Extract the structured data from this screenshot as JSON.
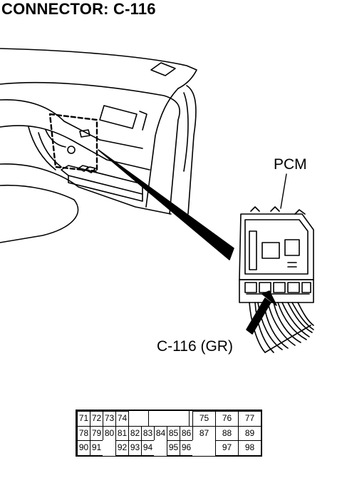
{
  "header": {
    "title": "CONNECTOR: C-116"
  },
  "labels": {
    "pcm": "PCM",
    "connector": "C-116 (GR)"
  },
  "pinout": {
    "rows": [
      [
        "71",
        "72",
        "73",
        "74",
        "",
        "",
        "",
        "",
        "",
        "75",
        "76",
        "77"
      ],
      [
        "78",
        "79",
        "80",
        "81",
        "82",
        "83",
        "84",
        "85",
        "86",
        "87",
        "88",
        "89"
      ],
      [
        "90",
        "91",
        "",
        "92",
        "93",
        "94",
        "",
        "95",
        "96",
        "",
        "97",
        "98"
      ]
    ]
  }
}
